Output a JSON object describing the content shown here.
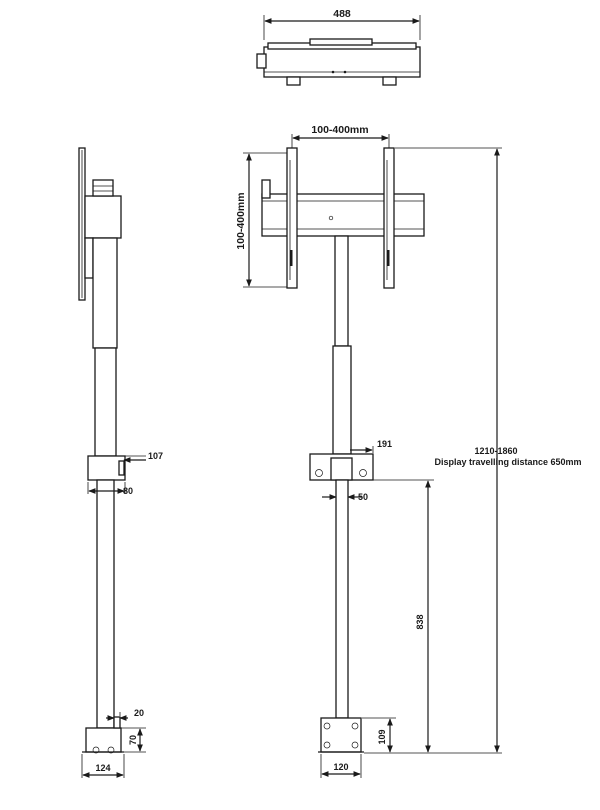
{
  "dimensions": {
    "top_width": "488",
    "vesa_horizontal": "100-400mm",
    "vesa_vertical": "100-400mm",
    "height_range": "1210-1860",
    "travel_text": "Display travelling distance 650mm",
    "side_clamp_width": "107",
    "side_clamp_depth": "80",
    "front_clamp_width": "191",
    "front_offset": "50",
    "lower_column_height": "838",
    "side_foot_thickness": "20",
    "side_foot_height": "70",
    "side_foot_width": "124",
    "front_foot_height": "109",
    "front_foot_width": "120"
  }
}
